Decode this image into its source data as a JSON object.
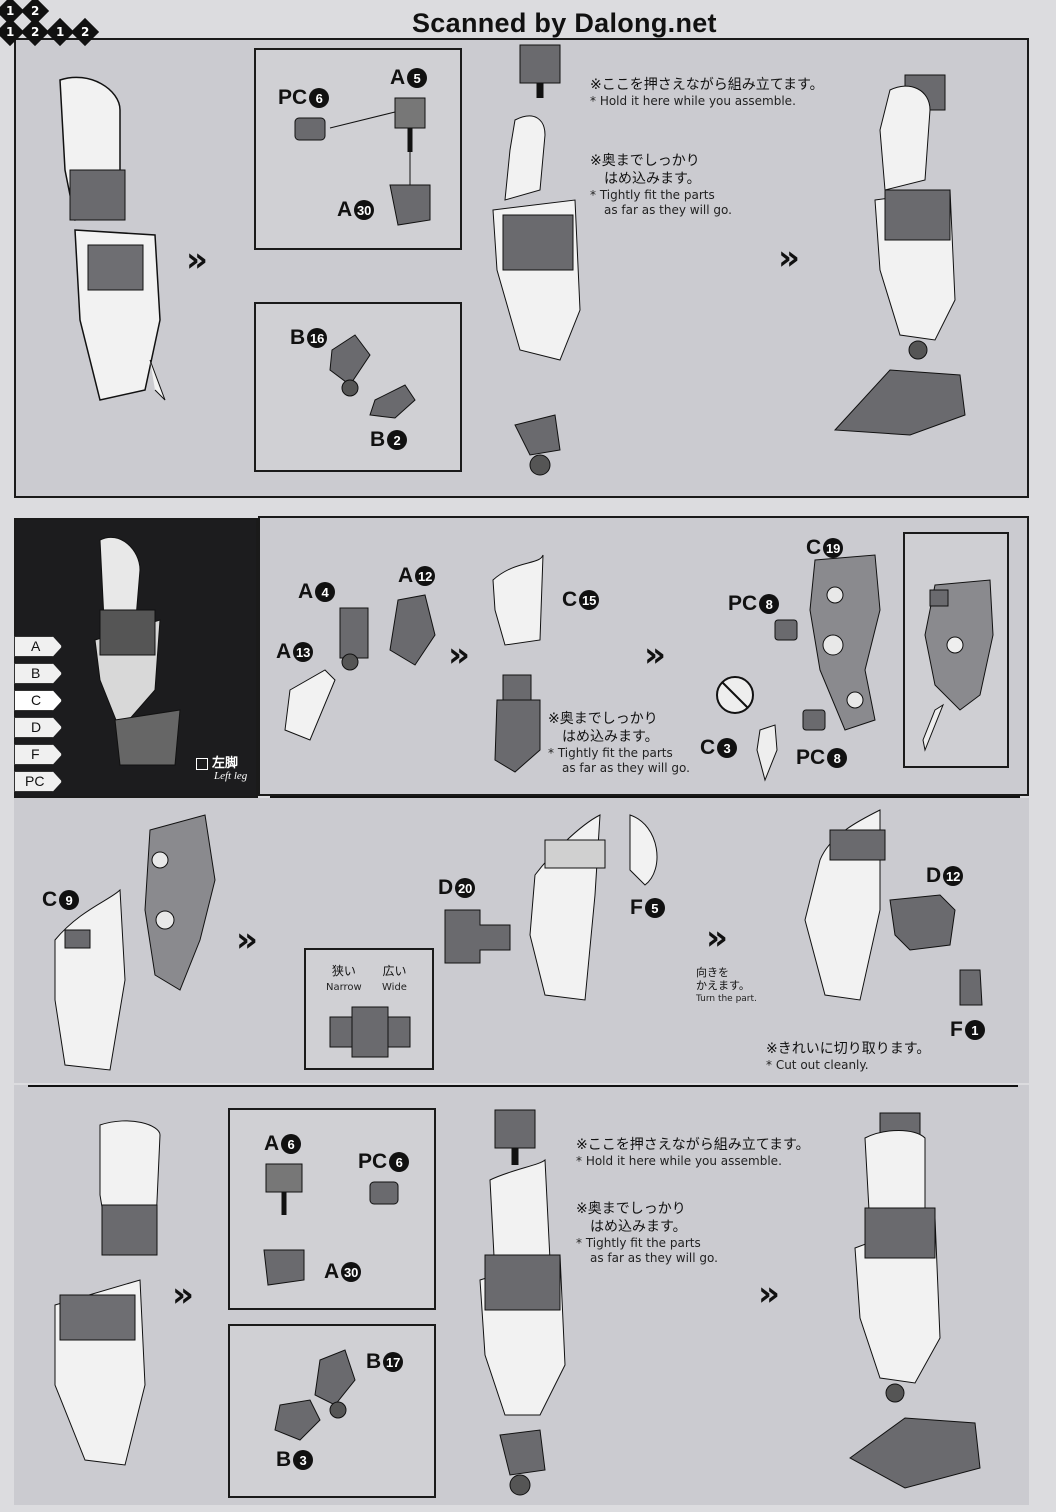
{
  "header": {
    "scanned_by": "Scanned by Dalong.net"
  },
  "notes": {
    "hold_jp": "※ここを押さえながら組み立てます。",
    "hold_en": "* Hold it here while you assemble.",
    "fit_jp_1": "※奥までしっかり",
    "fit_jp_2": "はめ込みます。",
    "fit_en_1": "* Tightly fit the parts",
    "fit_en_2": "as far as they will go.",
    "turn_jp_1": "向きを",
    "turn_jp_2": "かえます。",
    "turn_en": "Turn the part.",
    "cut_jp": "※きれいに切り取ります。",
    "cut_en": "* Cut out cleanly.",
    "narrow_jp": "狭い",
    "narrow_en": "Narrow",
    "wide_jp": "広い",
    "wide_en": "Wide"
  },
  "sidebar": {
    "tabs": [
      "A",
      "B",
      "C",
      "D",
      "F",
      "PC"
    ],
    "active_tab": "C",
    "title_jp": "左脚",
    "title_en": "Left leg"
  },
  "parts": {
    "s1_pc": "PC",
    "s1_pc_n": "6",
    "s1_a1": "A",
    "s1_a1_n": "5",
    "s1_a2": "A",
    "s1_a2_n": "30",
    "s1_b1": "B",
    "s1_b1_n": "16",
    "s1_b2": "B",
    "s1_b2_n": "2",
    "s2_a4": "A",
    "s2_a4_n": "4",
    "s2_a12": "A",
    "s2_a12_n": "12",
    "s2_a13": "A",
    "s2_a13_n": "13",
    "s2_c15": "C",
    "s2_c15_n": "15",
    "s2_c19": "C",
    "s2_c19_n": "19",
    "s2_pc8a": "PC",
    "s2_pc8a_n": "8",
    "s2_pc8b": "PC",
    "s2_pc8b_n": "8",
    "s2_c3": "C",
    "s2_c3_n": "3",
    "s3_c9": "C",
    "s3_c9_n": "9",
    "s3_d20": "D",
    "s3_d20_n": "20",
    "s3_f5": "F",
    "s3_f5_n": "5",
    "s3_d12": "D",
    "s3_d12_n": "12",
    "s3_f1": "F",
    "s3_f1_n": "1",
    "s4_a6": "A",
    "s4_a6_n": "6",
    "s4_pc6": "PC",
    "s4_pc6_n": "6",
    "s4_a30": "A",
    "s4_a30_n": "30",
    "s4_b17": "B",
    "s4_b17_n": "17",
    "s4_b3": "B",
    "s4_b3_n": "3"
  },
  "steps": {
    "one": "1",
    "two": "2"
  },
  "colors": {
    "page": "#dcdcdf",
    "panel": "#cbcbd0",
    "part_dark": "#555558",
    "part_mid": "#7d7d82",
    "part_light": "#f2f2f2",
    "ink": "#111111"
  }
}
